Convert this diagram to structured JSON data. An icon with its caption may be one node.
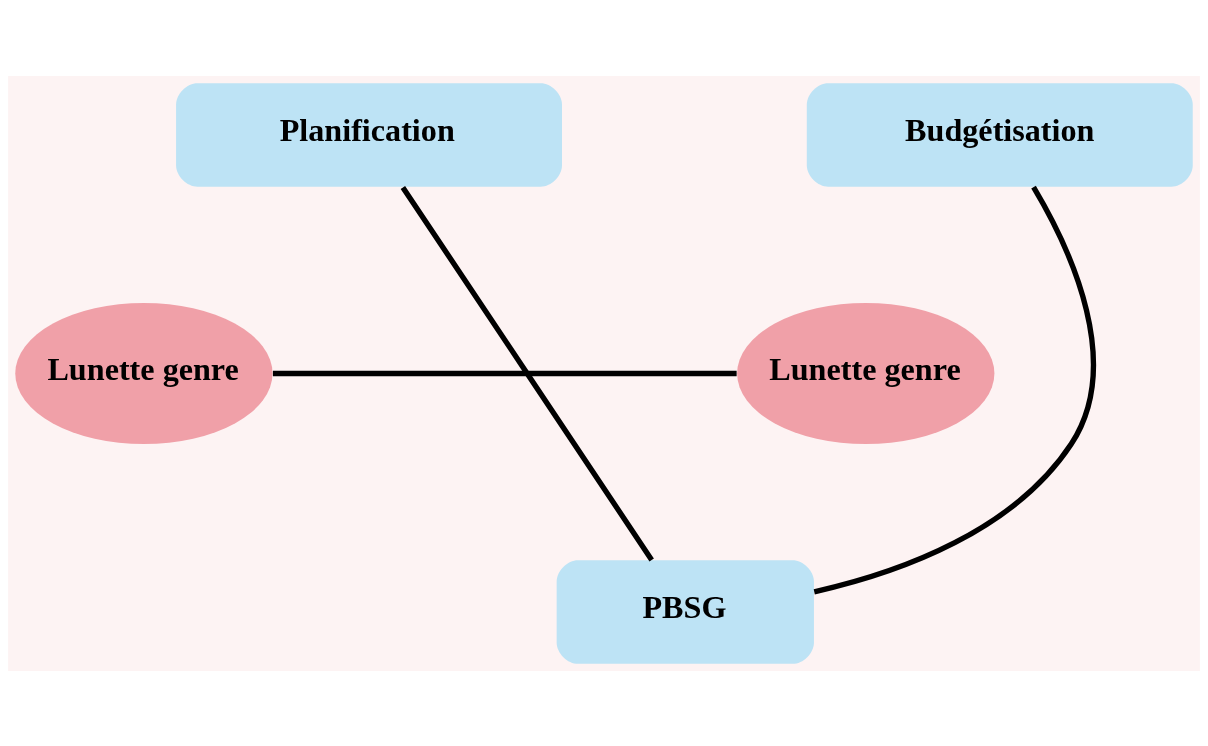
{
  "diagram": {
    "nodes": [
      {
        "text": [
          "Planification"
        ]
      },
      {
        "text": [
          "Budgétisation"
        ]
      },
      {
        "text": [
          "Lunette genre"
        ]
      },
      {
        "text": [
          "Lunette genre"
        ]
      },
      {
        "text": [
          "PBSG"
        ]
      }
    ],
    "edges": [
      {
        "from": 0,
        "to": 4,
        "arrow": "none"
      },
      {
        "from": 1,
        "to": 4,
        "arrow": "none"
      },
      {
        "from": 2,
        "to": 3,
        "arrow": "none"
      }
    ]
  }
}
